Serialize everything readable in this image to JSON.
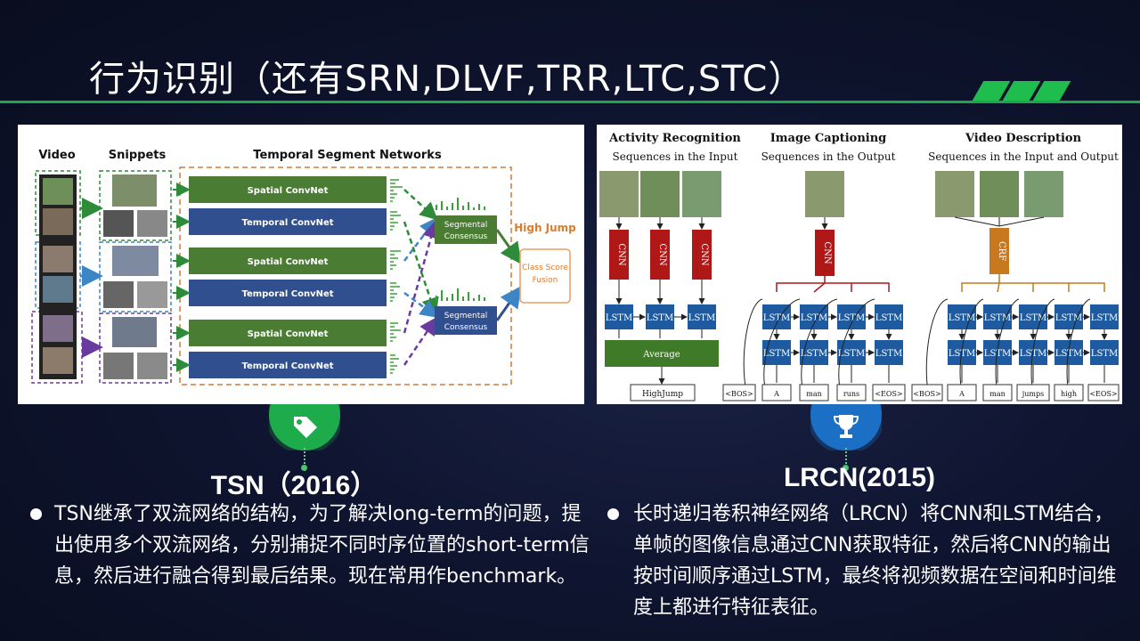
{
  "slide": {
    "title": "行为识别（还有SRN,DLVF,TRR,LTC,STC）",
    "accent_color": "#1fa64a"
  },
  "left": {
    "icon": "tag-icon",
    "heading": "TSN（2016）",
    "text": "TSN继承了双流网络的结构，为了解决long-term的问题，提出使用多个双流网络，分别捕捉不同时序位置的short-term信息，然后进行融合得到最后结果。现在常用作benchmark。",
    "figure": {
      "col_video": "Video",
      "col_snippets": "Snippets",
      "col_tsn": "Temporal Segment Networks",
      "spatial": "Spatial ConvNet",
      "temporal": "Temporal ConvNet",
      "consensus_line1": "Segmental",
      "consensus_line2": "Consensus",
      "high_jump": "High Jump",
      "fusion_line1": "Class Score",
      "fusion_line2": "Fusion"
    }
  },
  "right": {
    "icon": "trophy-icon",
    "heading": "LRCN(2015)",
    "text": "长时递归卷积神经网络（LRCN）将CNN和LSTM结合，单帧的图像信息通过CNN获取特征，然后将CNN的输出按时间顺序通过LSTM，最终将视频数据在空间和时间维度上都进行特征表征。",
    "figure": {
      "t1a": "Activity Recognition",
      "t1b": "Sequences in the Input",
      "t2a": "Image Captioning",
      "t2b": "Sequences in the Output",
      "t3a": "Video Description",
      "t3b": "Sequences in the Input and Output",
      "cnn": "CNN",
      "crf": "CRF",
      "lstm": "LSTM",
      "average": "Average",
      "out_ar": "HighJump",
      "out_ic": [
        "<BOS>",
        "A",
        "man",
        "runs",
        "<EOS>"
      ],
      "out_vd": [
        "<BOS>",
        "A",
        "man",
        "jumps",
        "high",
        "<EOS>"
      ]
    }
  }
}
